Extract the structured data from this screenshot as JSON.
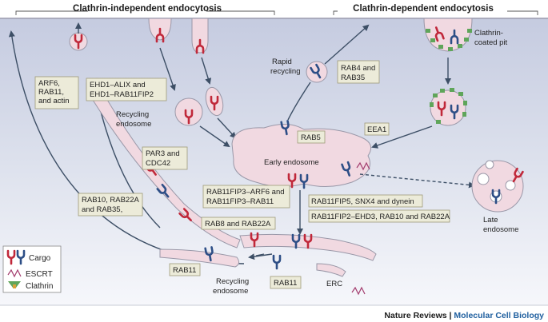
{
  "headers": {
    "independent": "Clathrin-independent endocytosis",
    "dependent": "Clathrin-dependent endocytosis"
  },
  "labels": {
    "clathrin_coated_pit_1": "Clathrin-",
    "clathrin_coated_pit_2": "coated pit",
    "rapid_recycling_1": "Rapid",
    "rapid_recycling_2": "recycling",
    "rab4_rab35_1": "RAB4 and",
    "rab4_rab35_2": "RAB35",
    "arf6_1": "ARF6,",
    "arf6_2": "RAB11,",
    "arf6_3": "and actin",
    "ehd1_1": "EHD1–ALIX and",
    "ehd1_2": "EHD1–RAB11FIP2",
    "recycling_endosome_top_1": "Recycling",
    "recycling_endosome_top_2": "endosome",
    "eea1": "EEA1",
    "rab5": "RAB5",
    "early_endosome": "Early endosome",
    "par3_1": "PAR3 and",
    "par3_2": "CDC42",
    "rab11fip3_1": "RAB11FIP3–ARF6 and",
    "rab11fip3_2": "RAB11FIP3–RAB11",
    "rab11fip5": "RAB11FIP5, SNX4 and dynein",
    "rab11fip2_ehd3": "RAB11FIP2–EHD3, RAB10 and RAB22A",
    "rab10_1": "RAB10, RAB22A",
    "rab10_2": "and RAB35,",
    "rab8": "RAB8 and RAB22A",
    "late_endosome_1": "Late",
    "late_endosome_2": "endosome",
    "rab11_left": "RAB11",
    "rab11_bottom": "RAB11",
    "recycling_endosome_bottom_1": "Recycling",
    "recycling_endosome_bottom_2": "endosome",
    "erc": "ERC"
  },
  "legend": {
    "cargo": "Cargo",
    "escrt": "ESCRT",
    "clathrin": "Clathrin"
  },
  "credit": {
    "journal": "Nature Reviews",
    "separator": " | ",
    "section": "Molecular Cell Biology"
  },
  "colors": {
    "background_top": "#c5cbe0",
    "membrane_fill": "#f1d9e1",
    "label_box": "#ecebd9",
    "cargo_red": "#c0283a",
    "cargo_blue": "#2d4e86",
    "clathrin_green": "#5fa55a",
    "escrt": "#a33d6e",
    "arrow": "#3d4f66"
  }
}
